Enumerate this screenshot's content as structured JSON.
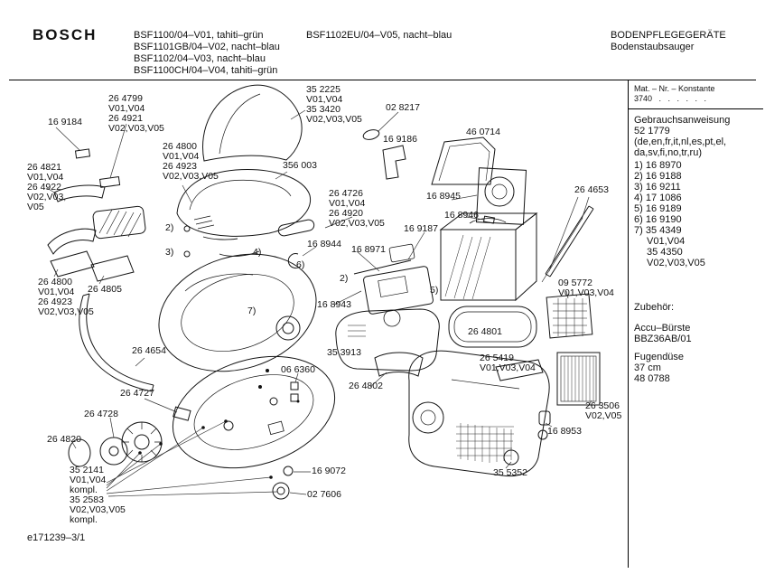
{
  "header": {
    "brand": "BOSCH",
    "models_left": "BSF1100/04–V01, tahiti–grün\nBSF1101GB/04–V02, nacht–blau\nBSF1102/04–V03, nacht–blau\nBSF1100CH/04–V04, tahiti–grün",
    "models_center": "BSF1102EU/04–V05, nacht–blau",
    "category": "BODENPFLEGEGERÄTE",
    "product_type": "Bodenstaubsauger"
  },
  "sidebar": {
    "mat_label": "Mat. – Nr. – Konstante",
    "mat_value": "3740   .   .   .   .   .   .",
    "manual_label": "Gebrauchsanweisung",
    "manual_number": "52 1779",
    "languages": "(de,en,fr,it,nl,es,pt,el,\nda,sv,fi,no,tr,ru)",
    "ref_items": [
      "1) 16 8970",
      "2) 16 9188",
      "3) 16 9211",
      "4) 17 1086",
      "5) 16 9189",
      "6) 16 9190",
      "7) 35 4349",
      "V01,V04",
      "35 4350",
      "V02,V03,V05"
    ],
    "accessories_label": "Zubehör:",
    "accessory_brush": "Accu–Bürste\nBBZ36AB/01",
    "accessory_nozzle": "Fugendüse\n37 cm\n48 0788"
  },
  "footer": {
    "doc_number": "e171239–3/1"
  },
  "parts": [
    {
      "text": "16 9184"
    },
    {
      "text": "26 4799\nV01,V04\n26 4921\nV02,V03,V05"
    },
    {
      "text": "26 4821\nV01,V04\n26 4922\nV02,V03,\nV05"
    },
    {
      "text": "26 4800\nV01,V04\n26 4923\nV02,V03,V05"
    },
    {
      "text": "356 003"
    },
    {
      "text": "35 2225\nV01,V04\n35 3420\nV02,V03,V05"
    },
    {
      "text": "02 8217"
    },
    {
      "text": "16 9186"
    },
    {
      "text": "46 0714"
    },
    {
      "text": "26 4726\nV01,V04\n26 4920\nV02,V03,V05"
    },
    {
      "text": "16 8945"
    },
    {
      "text": "16 8946"
    },
    {
      "text": "16 9187"
    },
    {
      "text": "26 4653"
    },
    {
      "text": "16 8944"
    },
    {
      "text": "16 8971"
    },
    {
      "text": "26 4800\nV01,V04\n26 4923\nV02,V03,V05"
    },
    {
      "text": "26 4805"
    },
    {
      "text": "16 8943"
    },
    {
      "text": "09 5772\nV01,V03,V04"
    },
    {
      "text": "26 4801"
    },
    {
      "text": "35 3913"
    },
    {
      "text": "26 5419\nV01,V03,V04"
    },
    {
      "text": "26 4654"
    },
    {
      "text": "06 6360"
    },
    {
      "text": "26 4802"
    },
    {
      "text": "26 4727"
    },
    {
      "text": "26 4728"
    },
    {
      "text": "26 4820"
    },
    {
      "text": "26 3506\nV02,V05"
    },
    {
      "text": "16 8953"
    },
    {
      "text": "35 2141\nV01,V04\nkompl.\n35 2583\nV02,V03,V05\nkompl."
    },
    {
      "text": "16 9072"
    },
    {
      "text": "02 7606"
    },
    {
      "text": "35 5352"
    }
  ],
  "callouts": [
    {
      "text": "2)"
    },
    {
      "text": "3)"
    },
    {
      "text": "4)"
    },
    {
      "text": "6)"
    },
    {
      "text": "2)"
    },
    {
      "text": "5)"
    },
    {
      "text": "7)"
    }
  ]
}
